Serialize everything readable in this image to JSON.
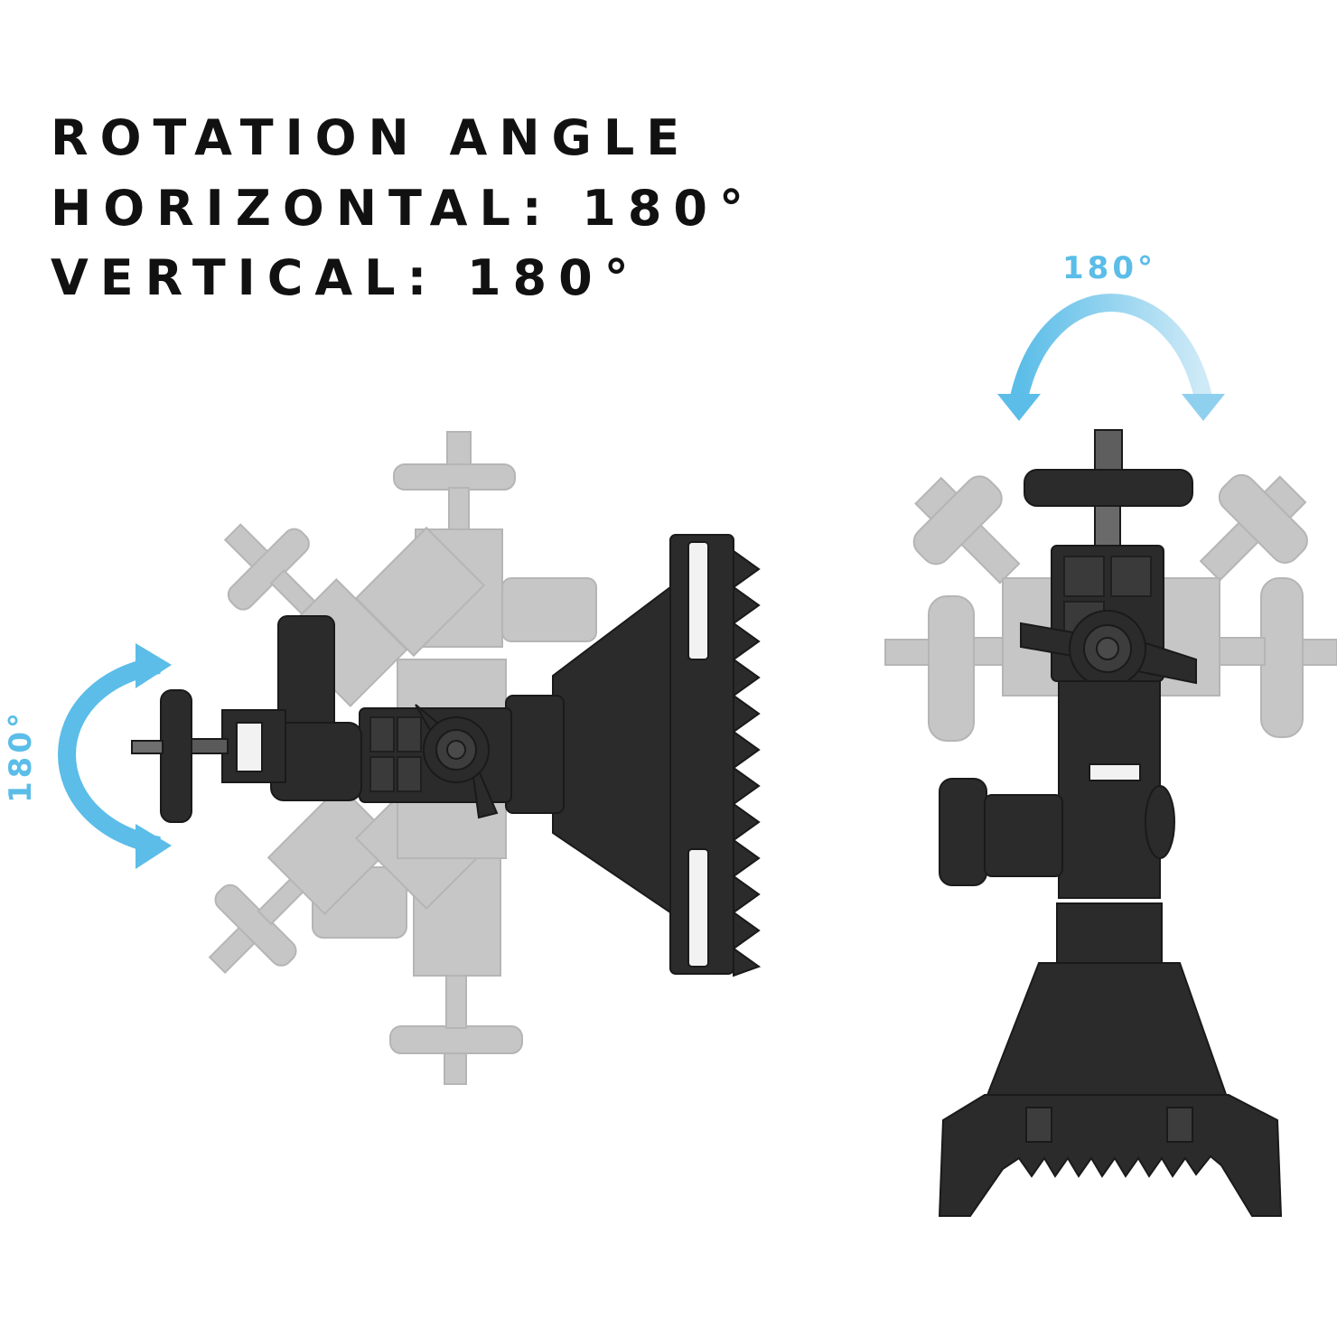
{
  "headline": {
    "line1": "ROTATION ANGLE",
    "line2": "HORIZONTAL: 180°",
    "line3": "VERTICAL: 180°"
  },
  "labels": {
    "right_angle": "180°",
    "left_angle": "180°"
  },
  "colors": {
    "accent": "#5bbde8",
    "text": "#111111",
    "product": "#2b2b2b",
    "ghost": "#b9b9b9"
  },
  "icons": {
    "left_arrow": "curved-double-arrow-icon",
    "right_arrow": "curved-double-arrow-icon"
  }
}
